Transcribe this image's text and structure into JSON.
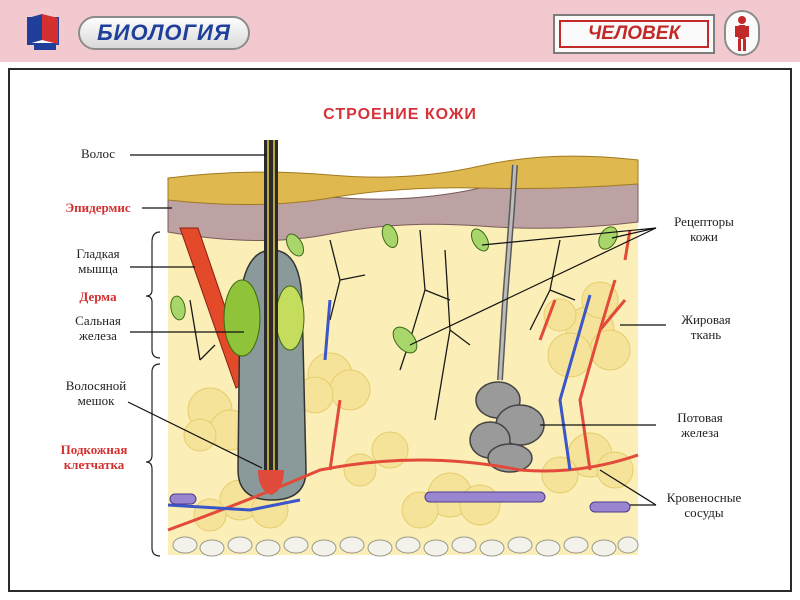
{
  "header": {
    "subject": "БИОЛОГИЯ",
    "topic": "ЧЕЛОВЕК",
    "logo_icon": "book-logo-icon",
    "person_icon": "human-figure-icon"
  },
  "diagram": {
    "title": "СТРОЕНИЕ КОЖИ",
    "labels": {
      "hair": "Волос",
      "epidermis": "Эпидермис",
      "smooth_muscle_1": "Гладкая",
      "smooth_muscle_2": "мышца",
      "dermis": "Дерма",
      "sebaceous_1": "Сальная",
      "sebaceous_2": "железа",
      "follicle_1": "Волосяной",
      "follicle_2": "мешок",
      "subcutaneous_1": "Подкожная",
      "subcutaneous_2": "клетчатка",
      "receptors_1": "Рецепторы",
      "receptors_2": "кожи",
      "fat_1": "Жировая",
      "fat_2": "ткань",
      "sweat_1": "Потовая",
      "sweat_2": "железа",
      "vessels_1": "Кровеносные",
      "vessels_2": "сосуды"
    }
  },
  "colors": {
    "topbar": "#f3c9d0",
    "accent_red": "#d43030",
    "subject_blue": "#1f3f9a"
  }
}
